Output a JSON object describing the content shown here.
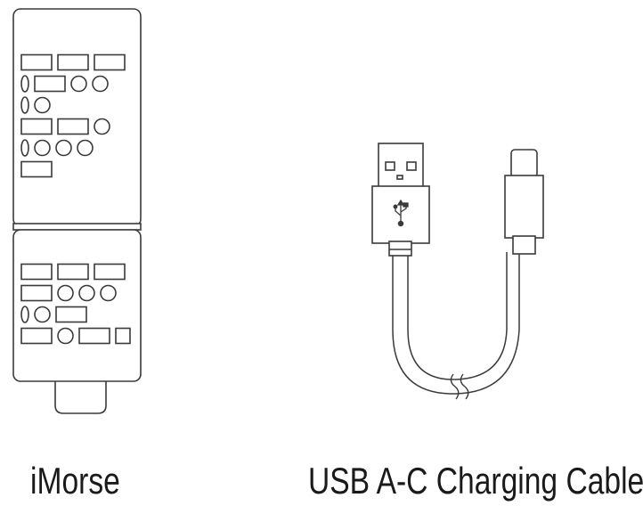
{
  "device": {
    "name": "iMorse",
    "icon": "morse-code-keypad-device",
    "upper_pattern": [
      "R R R",
      "o R O O",
      "o O",
      "R R O",
      "o O O O",
      "R"
    ],
    "lower_pattern": [
      "R R R",
      "R O O O",
      "o O R",
      "R O R r"
    ]
  },
  "cable": {
    "name": "USB A-C Charging Cable",
    "icon": "usb-a-to-usb-c-cable",
    "usb_symbol": "usb-trident-icon"
  },
  "colors": {
    "stroke": "#3a3a3a",
    "fill": "#ffffff",
    "text": "#1a1a1a"
  }
}
